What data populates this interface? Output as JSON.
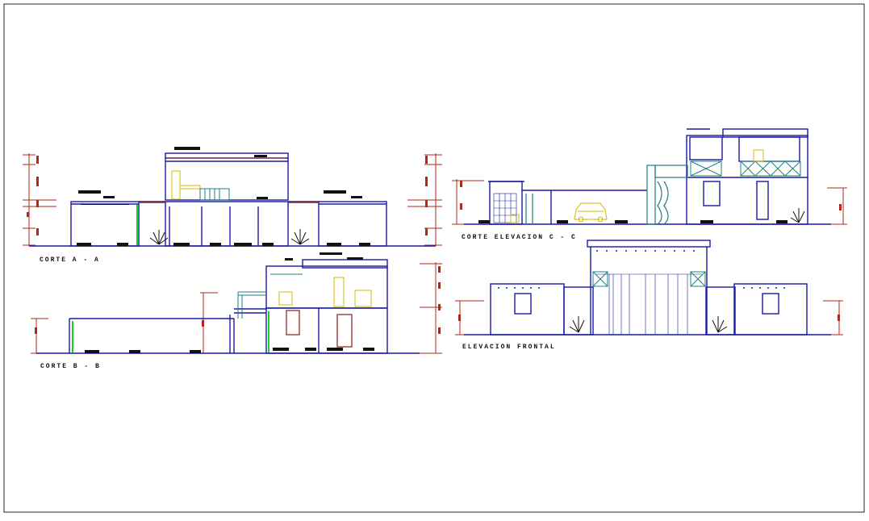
{
  "drawing": {
    "background": "#ffffff",
    "colors": {
      "frame": "#222222",
      "wall": "#1a1aa8",
      "dimension": "#b0281a",
      "fixture": "#e6d21c",
      "glass": "#0a8a5a",
      "green": "#22cc22",
      "teal": "#1f7f7f",
      "text": "#111111"
    }
  },
  "sections": {
    "a": {
      "title": "CORTE A - A"
    },
    "b": {
      "title": "CORTE B - B"
    },
    "c": {
      "title": "CORTE ELEVACION C - C"
    },
    "front": {
      "title": "ELEVACION FRONTAL"
    }
  }
}
